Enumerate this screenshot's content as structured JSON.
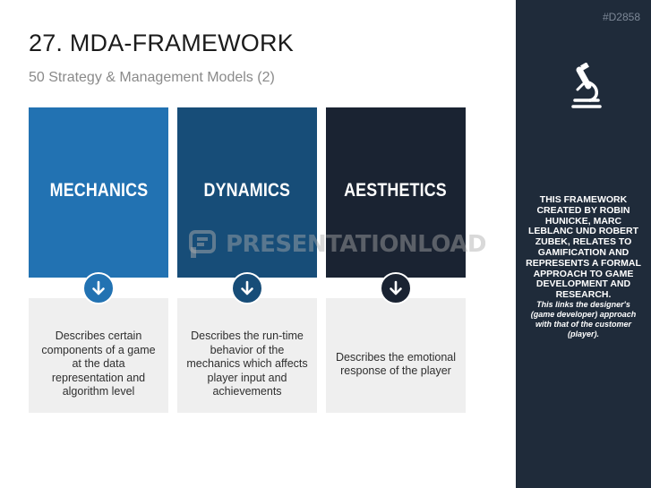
{
  "header": {
    "title": "27. MDA-FRAMEWORK",
    "subtitle": "50 Strategy & Management Models (2)"
  },
  "watermark": {
    "text": "PRESENTATIONLOAD"
  },
  "columns": [
    {
      "label": "MECHANICS",
      "color": "#2272b2",
      "icon": "arrow-down-circle-icon",
      "description": "Describes certain components of a game at the data representation and algorithm level"
    },
    {
      "label": "DYNAMICS",
      "color": "#174d78",
      "icon": "arrow-down-circle-icon",
      "description": "Describes the run-time behavior of the mechanics which affects player input and achievements"
    },
    {
      "label": "AESTHETICS",
      "color": "#1a2332",
      "icon": "arrow-down-circle-icon",
      "description": "Describes the emotional response of the player"
    }
  ],
  "sidebar": {
    "code": "#D2858",
    "icon": "microscope-icon",
    "main_text": "This framework created by Robin Hunicke, Marc LeBlanc und Robert Zubek, relates to gamification and represents a formal approach to game development and research.",
    "sub_text": "This links the designer's (game developer) approach with that of the customer (player).",
    "background": "#1f2b3a"
  }
}
